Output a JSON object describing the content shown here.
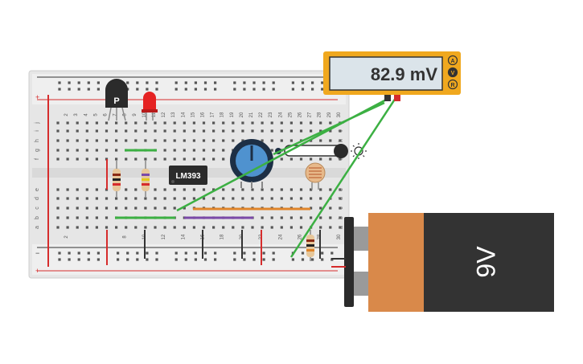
{
  "multimeter": {
    "reading": "82.9 mV",
    "modes": [
      "A",
      "V",
      "R"
    ],
    "active_mode": "V"
  },
  "ic": {
    "label": "LM393"
  },
  "transistor": {
    "label": "P"
  },
  "battery": {
    "label": "9V"
  },
  "breadboard": {
    "rail_plus": "+",
    "rail_minus": "−",
    "columns_top": [
      "2",
      "3",
      "4",
      "5",
      "6",
      "7",
      "8",
      "9",
      "10",
      "11",
      "12",
      "13",
      "14",
      "15",
      "16",
      "17",
      "18",
      "19",
      "20",
      "21",
      "22",
      "23",
      "24",
      "25",
      "26",
      "27",
      "28",
      "29",
      "30"
    ],
    "columns_bottom": [
      "2",
      "8",
      "10",
      "12",
      "14",
      "16",
      "18",
      "20",
      "22",
      "24",
      "26",
      "28",
      "30"
    ],
    "rows_upper": [
      "j",
      "i",
      "h",
      "g",
      "f"
    ],
    "rows_lower": [
      "e",
      "d",
      "c",
      "b",
      "a"
    ]
  },
  "colors": {
    "wire_green": "#3cb043",
    "wire_orange": "#e0852b",
    "wire_purple": "#7b4aa8",
    "rail_red": "#d62c2c",
    "meter_body": "#f0a81e",
    "battery_top": "#d9894a",
    "battery_body": "#333333"
  }
}
